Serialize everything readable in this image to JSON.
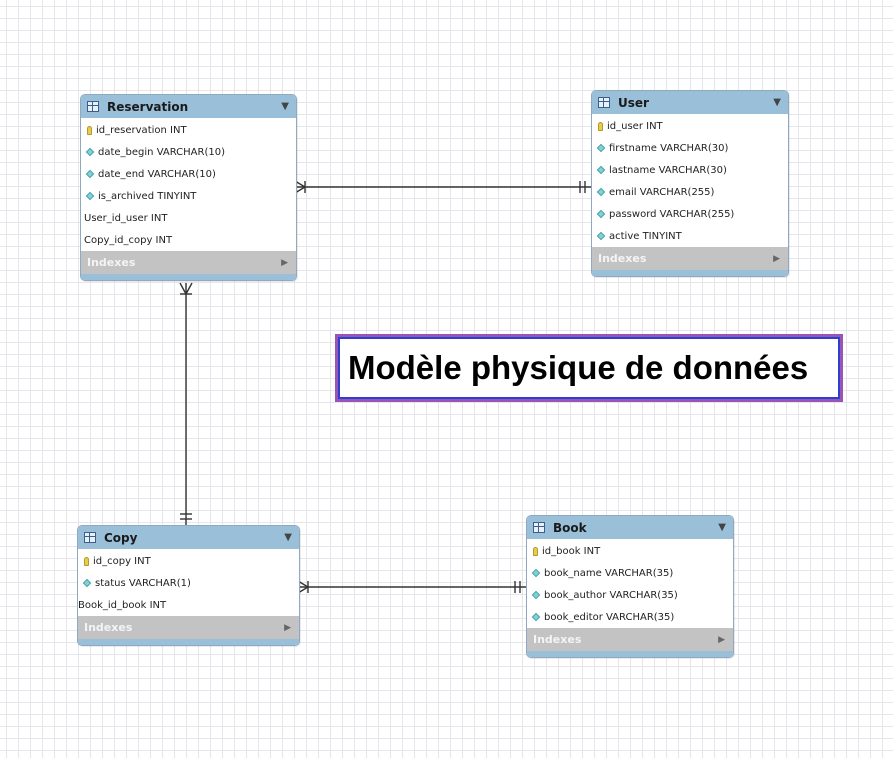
{
  "diagram_title": "Modèle physique de données",
  "index_label": "Indexes",
  "tables": {
    "reservation": {
      "name": "Reservation",
      "columns": [
        {
          "text": "id_reservation INT",
          "kind": "pk"
        },
        {
          "text": "date_begin VARCHAR(10)",
          "kind": "col"
        },
        {
          "text": "date_end VARCHAR(10)",
          "kind": "col"
        },
        {
          "text": "is_archived TINYINT",
          "kind": "col"
        },
        {
          "text": "User_id_user INT",
          "kind": "fk"
        },
        {
          "text": "Copy_id_copy INT",
          "kind": "fk"
        }
      ]
    },
    "user": {
      "name": "User",
      "columns": [
        {
          "text": "id_user INT",
          "kind": "pk"
        },
        {
          "text": "firstname VARCHAR(30)",
          "kind": "col"
        },
        {
          "text": "lastname VARCHAR(30)",
          "kind": "col"
        },
        {
          "text": "email VARCHAR(255)",
          "kind": "col"
        },
        {
          "text": "password VARCHAR(255)",
          "kind": "col"
        },
        {
          "text": "active TINYINT",
          "kind": "col"
        }
      ]
    },
    "copy": {
      "name": "Copy",
      "columns": [
        {
          "text": "id_copy INT",
          "kind": "pk"
        },
        {
          "text": "status VARCHAR(1)",
          "kind": "col"
        },
        {
          "text": "Book_id_book INT",
          "kind": "fk"
        }
      ]
    },
    "book": {
      "name": "Book",
      "columns": [
        {
          "text": "id_book INT",
          "kind": "pk"
        },
        {
          "text": "book_name VARCHAR(35)",
          "kind": "col"
        },
        {
          "text": "book_author VARCHAR(35)",
          "kind": "col"
        },
        {
          "text": "book_editor VARCHAR(35)",
          "kind": "col"
        }
      ]
    }
  },
  "colors": {
    "header": "#99bfd9",
    "indexes_bar": "#c3c3c3",
    "title_border_outer": "#9a54b6",
    "title_border_inner": "#2b3fd0",
    "connector": "#333333"
  }
}
